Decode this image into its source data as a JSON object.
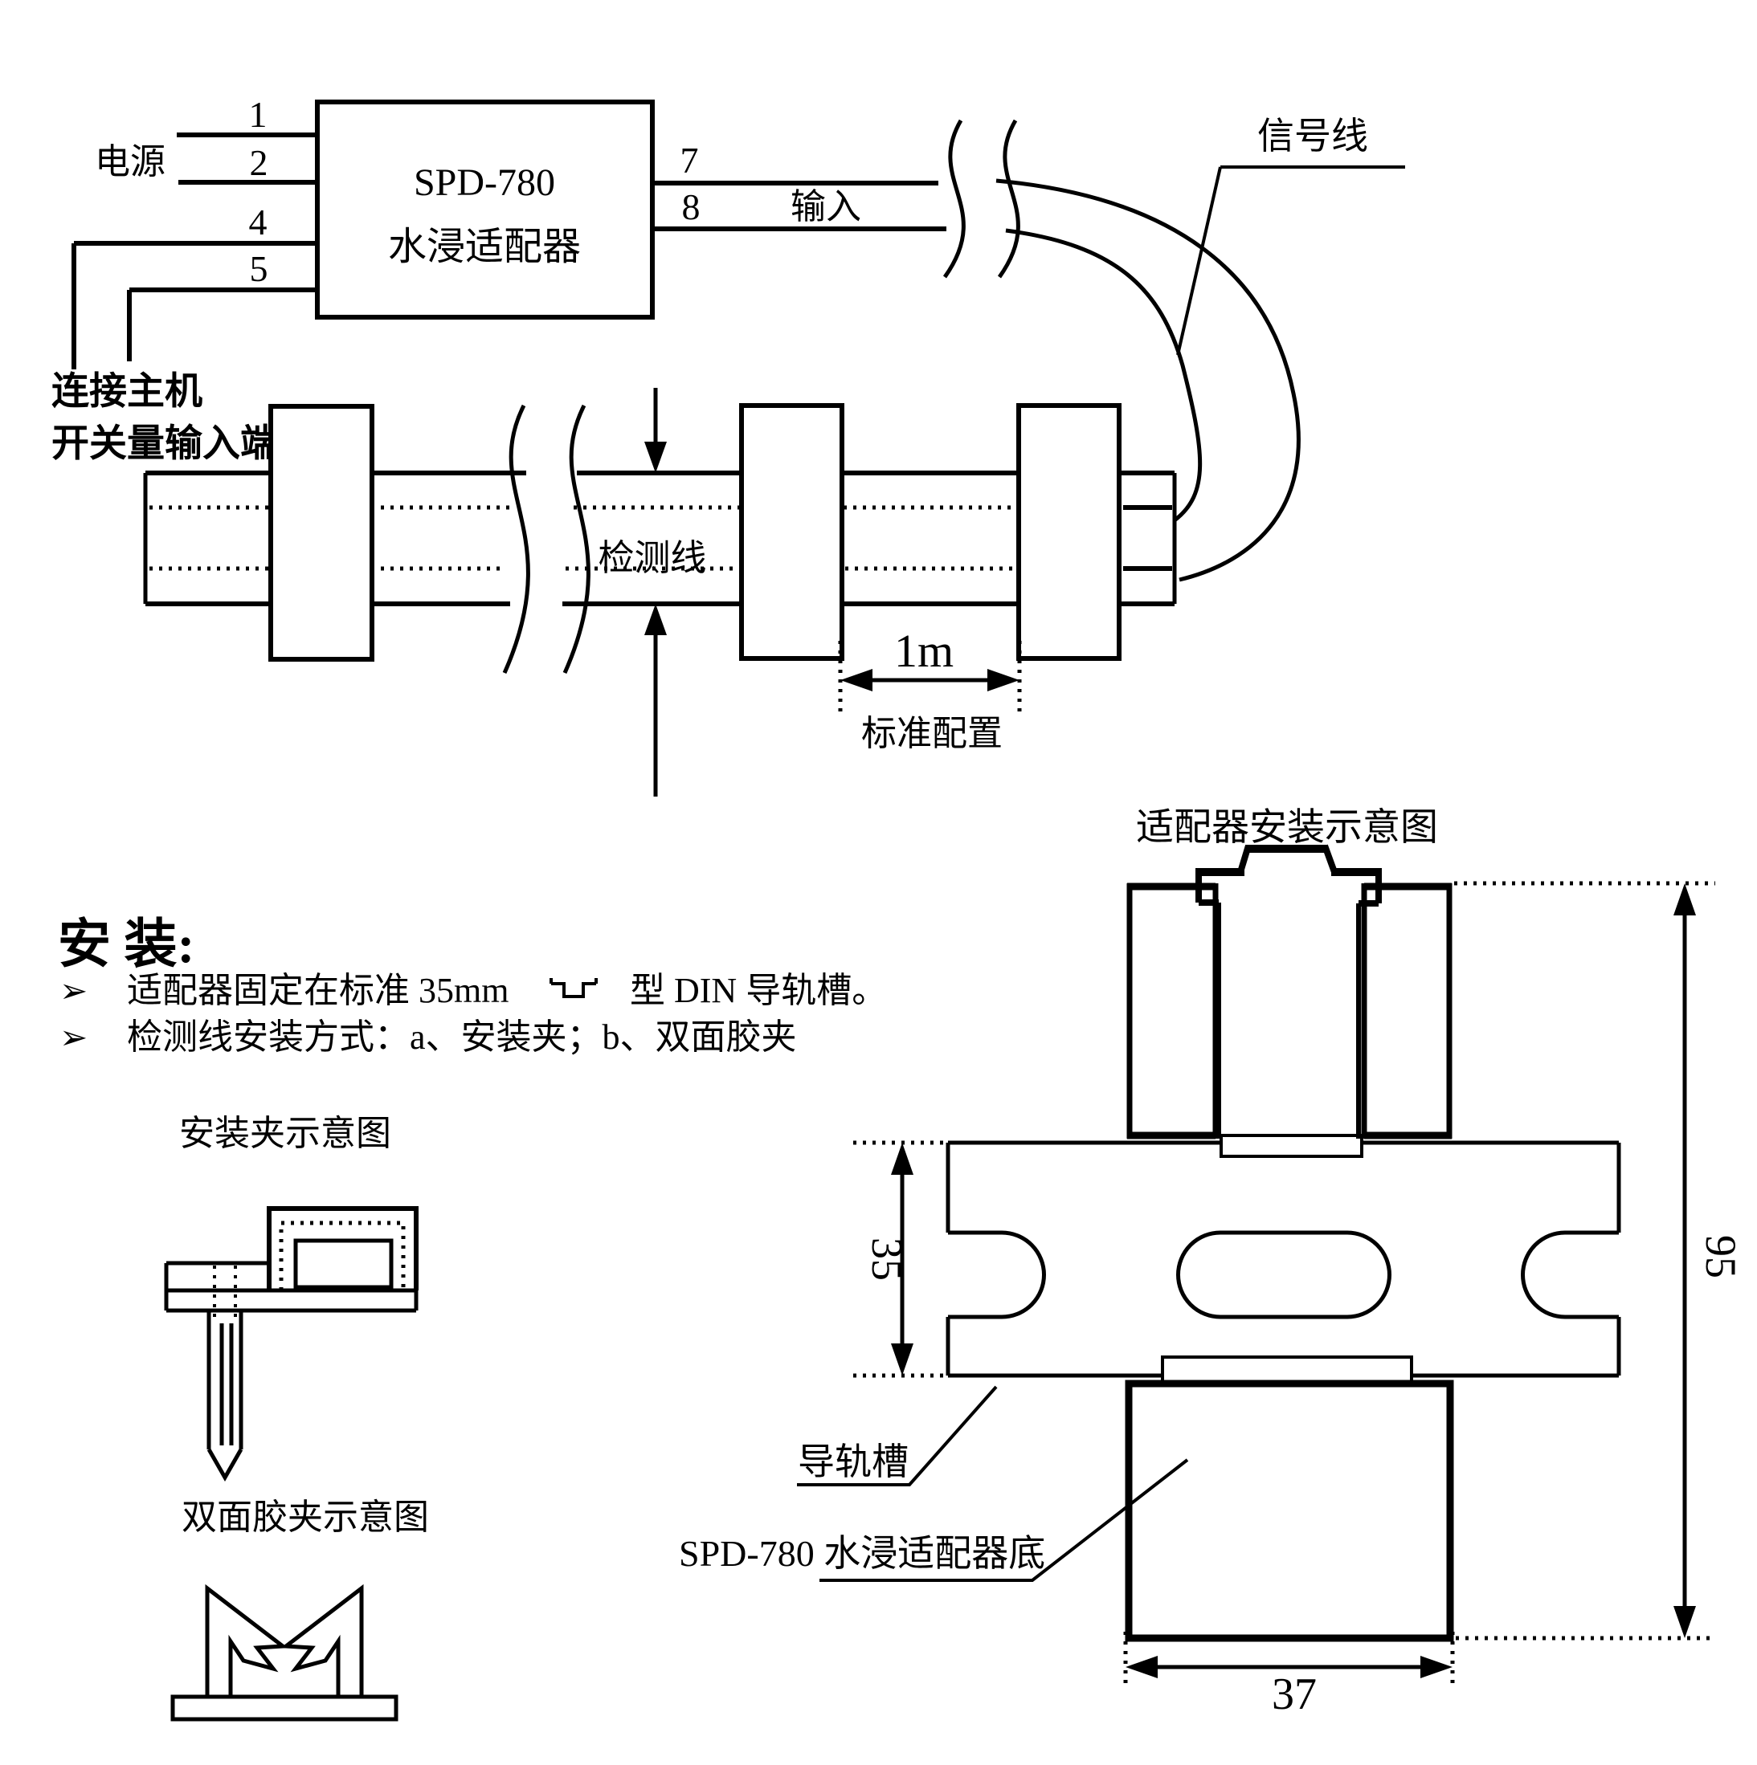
{
  "wiring": {
    "box_line1": "SPD-780",
    "box_line2": "水浸适配器",
    "power_label": "电源",
    "pins": {
      "p1": "1",
      "p2": "2",
      "p4": "4",
      "p5": "5",
      "p7": "7",
      "p8": "8"
    },
    "input_label": "输入",
    "signal_line_label": "信号线",
    "host_line1": "连接主机",
    "host_line2": "开关量输入端"
  },
  "cable": {
    "detect_label": "检测线",
    "dim_1m": "1m",
    "std_config": "标准配置"
  },
  "install": {
    "heading": "安 装:",
    "bullet_marker": "➢",
    "bullet1_pre": "适配器固定在标准 35mm",
    "bullet1_post": "型 DIN 导轨槽。",
    "bullet2": "检测线安装方式：a、安装夹；b、双面胶夹",
    "clip_title": "安装夹示意图",
    "adhesive_title": "双面胶夹示意图"
  },
  "mounting": {
    "title": "适配器安装示意图",
    "rail_label": "导轨槽",
    "adapter_bottom_label": "SPD-780 水浸适配器底",
    "dim_35": "35",
    "dim_95": "95",
    "dim_37": "37"
  }
}
